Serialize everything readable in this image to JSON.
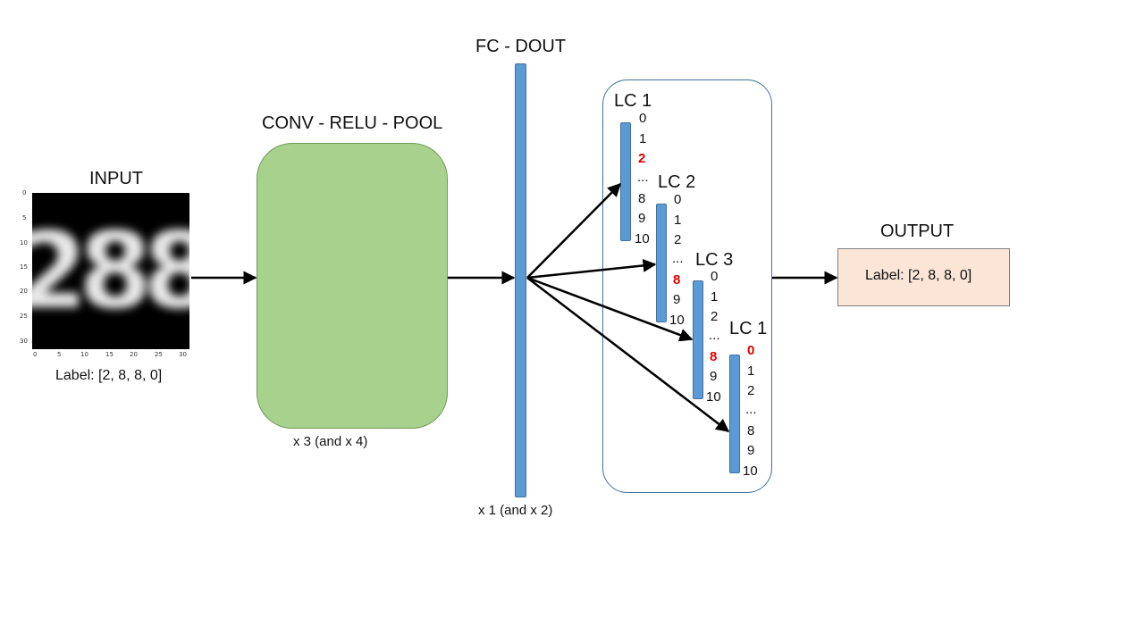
{
  "input": {
    "title": "INPUT",
    "label": "Label: [2, 8, 8, 0]",
    "y_ticks": [
      "0",
      "5",
      "10",
      "15",
      "20",
      "25",
      "30"
    ],
    "x_ticks": [
      "0",
      "5",
      "10",
      "15",
      "20",
      "25",
      "30"
    ],
    "digits_shown": "288"
  },
  "conv": {
    "title": "CONV - RELU - POOL",
    "repeat": "x 3 (and x 4)",
    "color": "#a9d18e"
  },
  "fc": {
    "title": "FC - DOUT",
    "repeat": "x 1 (and x 2)",
    "color": "#5b9bd5"
  },
  "lc_heads": [
    {
      "title": "LC 1",
      "digits": [
        "0",
        "1",
        "2",
        "...",
        "8",
        "9",
        "10"
      ],
      "highlight": 2
    },
    {
      "title": "LC 2",
      "digits": [
        "0",
        "1",
        "2",
        "...",
        "8",
        "9",
        "10"
      ],
      "highlight": 4
    },
    {
      "title": "LC 3",
      "digits": [
        "0",
        "1",
        "2",
        "...",
        "8",
        "9",
        "10"
      ],
      "highlight": 4
    },
    {
      "title": "LC 1",
      "digits": [
        "0",
        "1",
        "2",
        "...",
        "8",
        "9",
        "10"
      ],
      "highlight": 0
    }
  ],
  "output": {
    "title": "OUTPUT",
    "label": "Label: [2, 8, 8, 0]",
    "color": "#fbe5d6"
  },
  "highlight_color": "#e00000"
}
